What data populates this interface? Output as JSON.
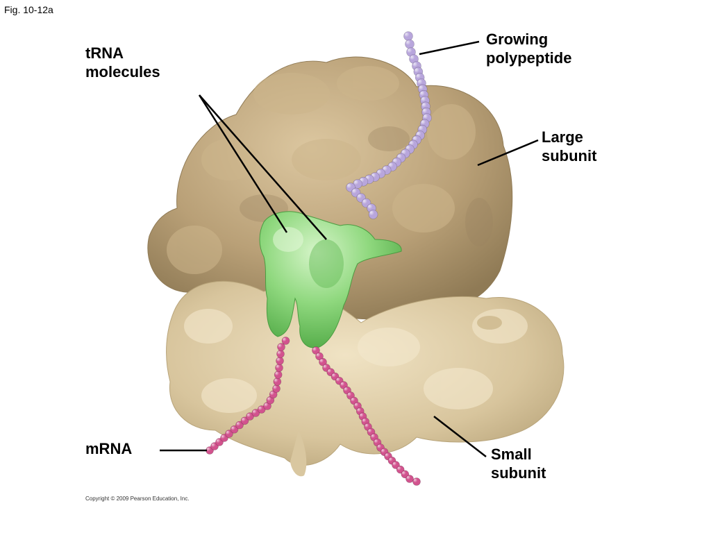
{
  "figure_label": "Fig. 10-12a",
  "copyright": "Copyright © 2009 Pearson Education, Inc.",
  "labels": {
    "trna": "tRNA\nmolecules",
    "growing_polypeptide": "Growing\npolypeptide",
    "large_subunit": "Large\nsubunit",
    "mrna": "mRNA",
    "small_subunit": "Small\nsubunit"
  },
  "colors": {
    "large_subunit": "#b79f76",
    "small_subunit": "#d9c7a0",
    "trna": "#7fcf6e",
    "mrna": "#d2538e",
    "polypeptide": "#b8a6dc"
  }
}
